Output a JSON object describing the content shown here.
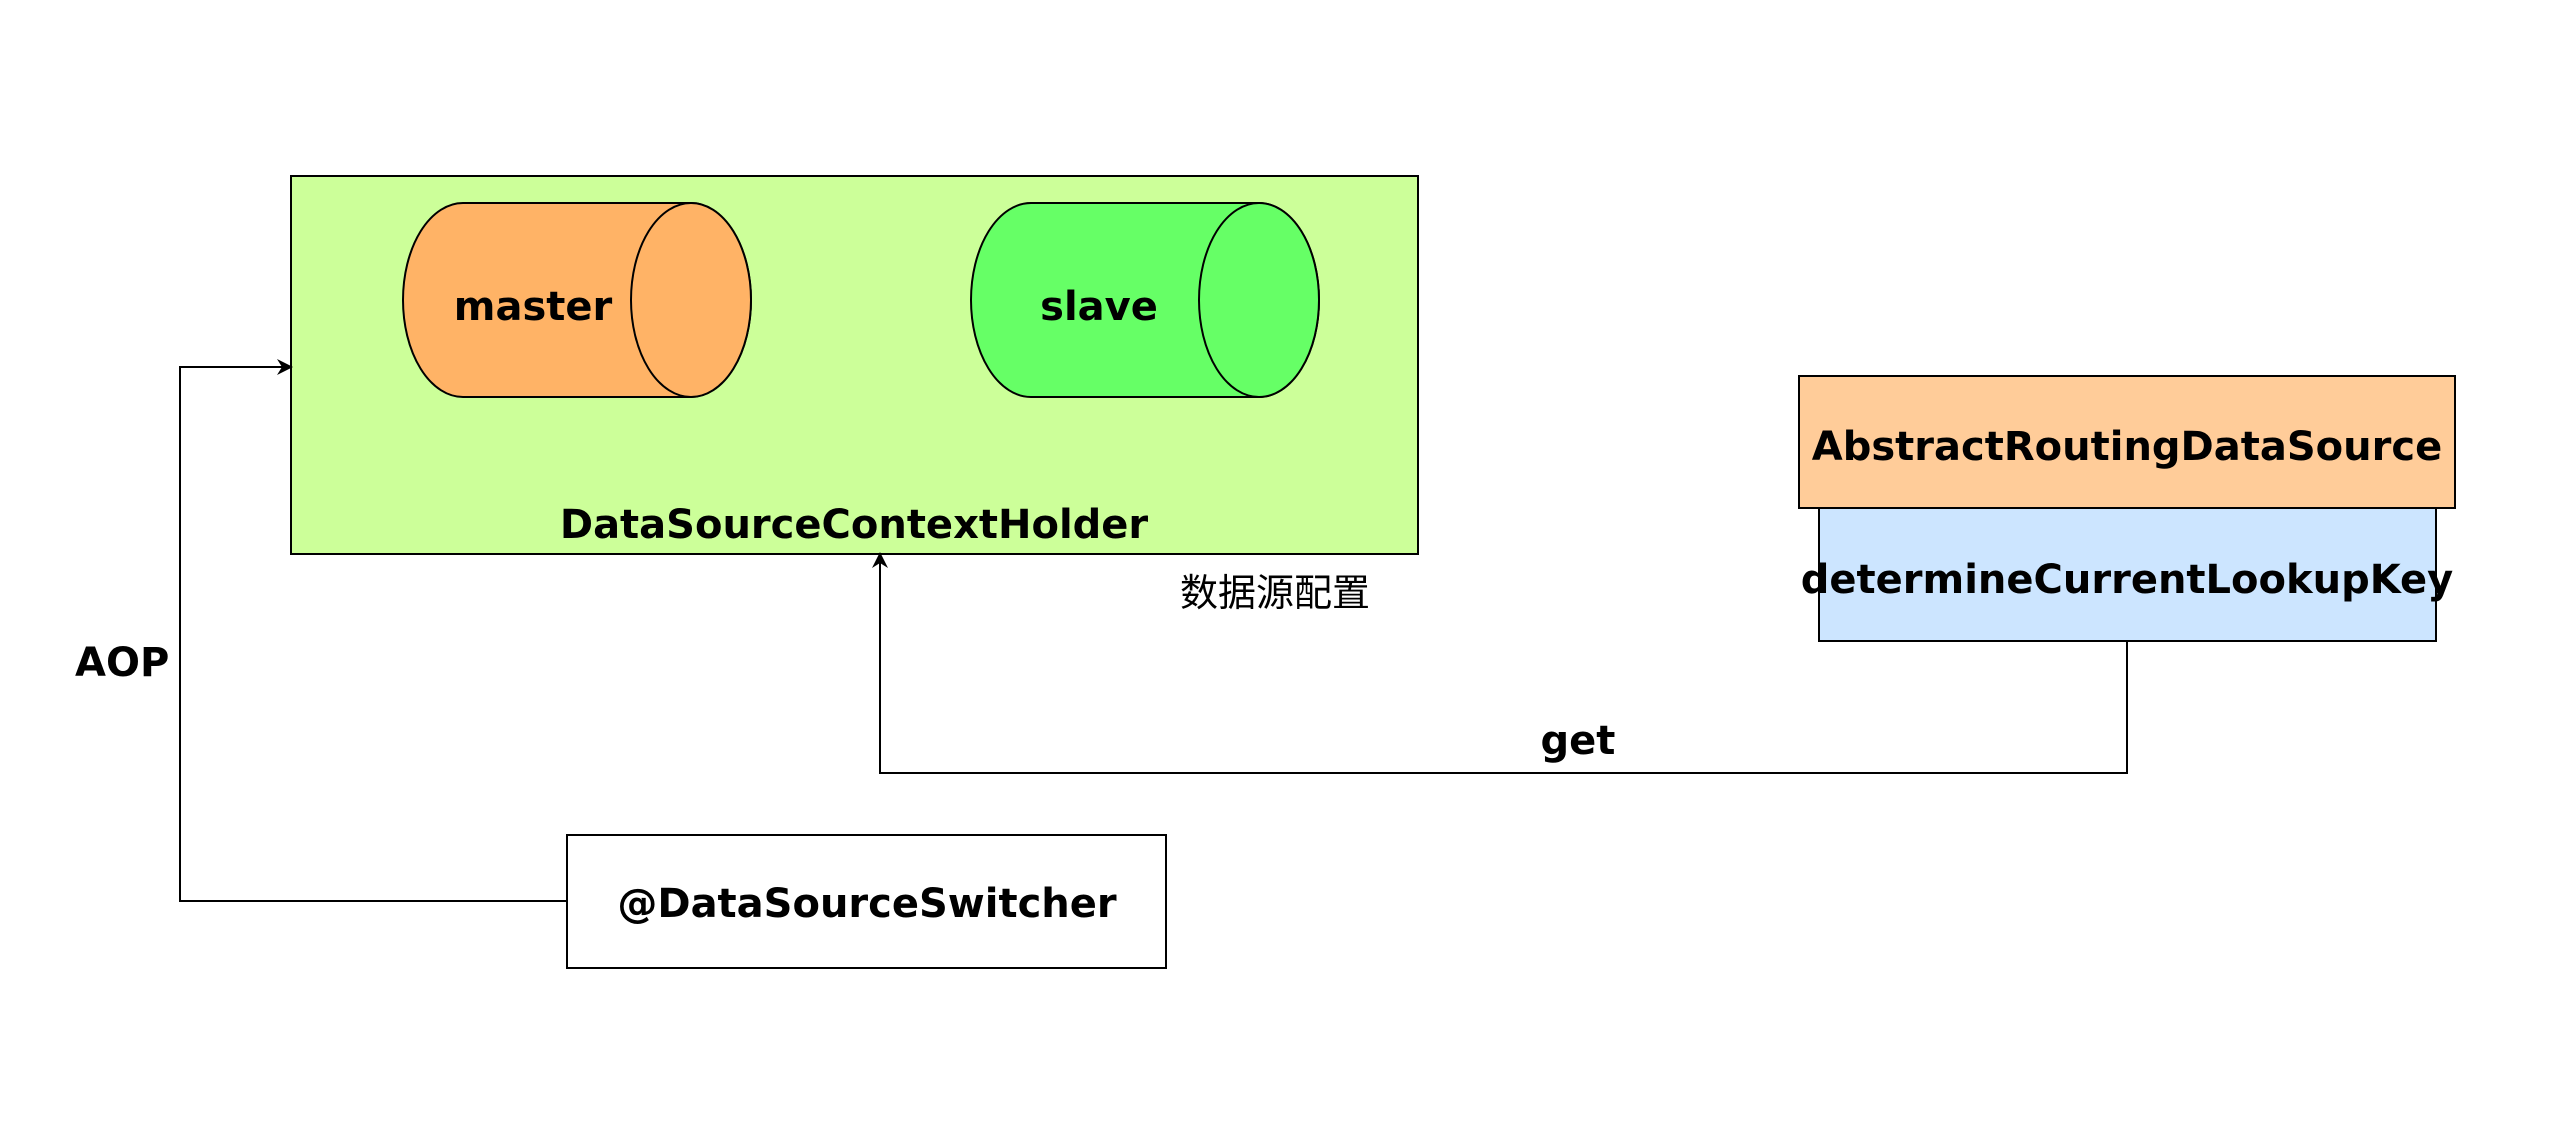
{
  "colors": {
    "holder_fill": "#ccff99",
    "master_fill": "#ffb366",
    "slave_fill": "#66ff66",
    "routing_fill": "#ffcc99",
    "lookup_fill": "#cce5ff",
    "switcher_fill": "#ffffff",
    "stroke": "#000000"
  },
  "nodes": {
    "holder": {
      "label": "DataSourceContextHolder"
    },
    "master": {
      "label": "master"
    },
    "slave": {
      "label": "slave"
    },
    "routing": {
      "label": "AbstractRoutingDataSource"
    },
    "lookup": {
      "label": "determineCurrentLookupKey"
    },
    "switcher": {
      "label": "@DataSourceSwitcher"
    }
  },
  "labels": {
    "config": "数据源配置",
    "aop": "AOP",
    "get": "get"
  }
}
